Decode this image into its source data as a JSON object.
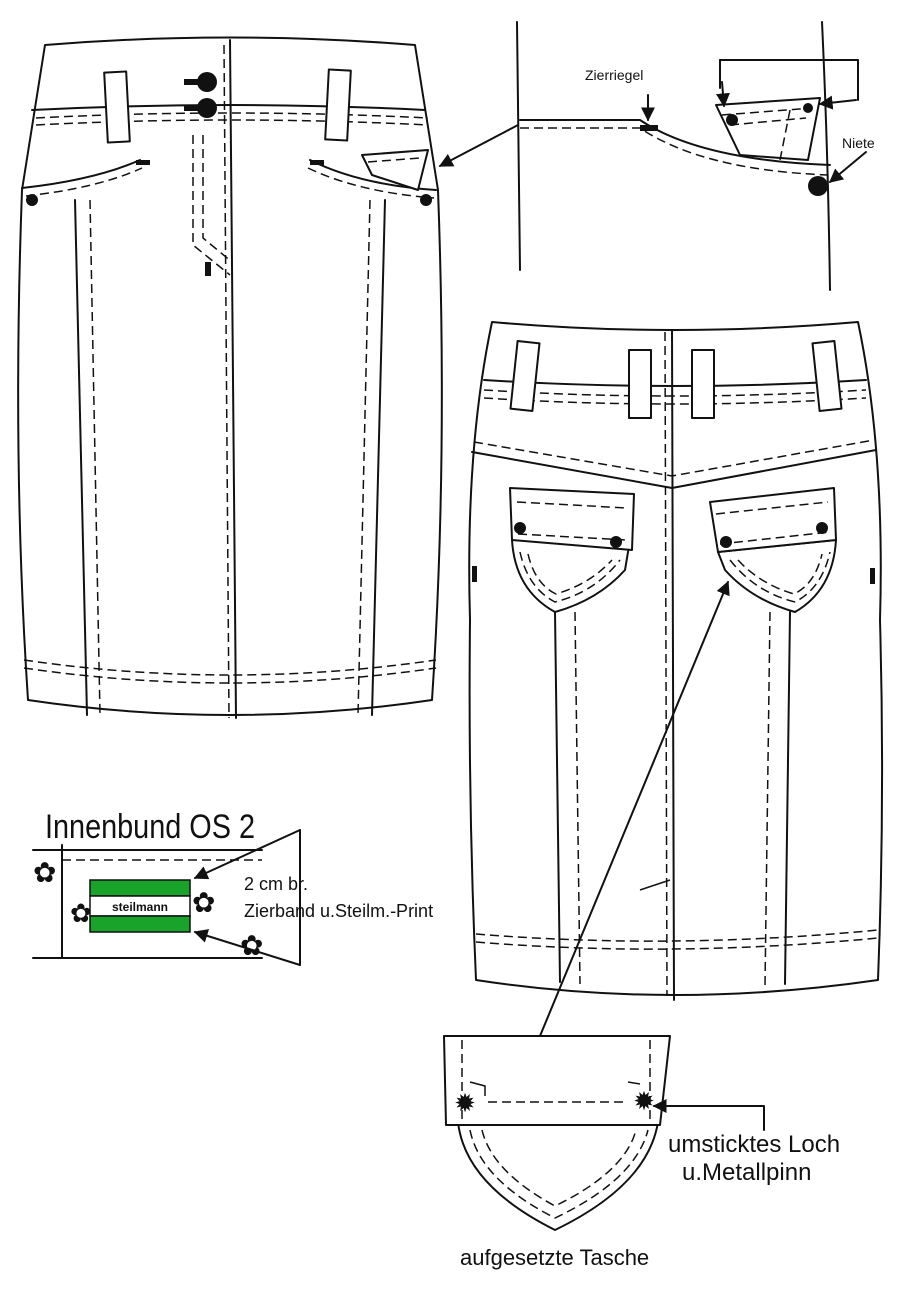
{
  "labels": {
    "zierriegel": "Zierriegel",
    "niete": "Niete",
    "innenbund_title": "Innenbund OS 2",
    "band_width": "2 cm br.",
    "band_desc": "Zierband u.Steilm.-Print",
    "band_print": "steilmann",
    "loch_line1": "umsticktes Loch",
    "loch_line2": "u.Metallpinn",
    "tasche": "aufgesetzte Tasche"
  },
  "colors": {
    "line": "#111111",
    "band_green": "#1aa32a",
    "print_text": "#9a9a9a",
    "background": "#ffffff"
  }
}
